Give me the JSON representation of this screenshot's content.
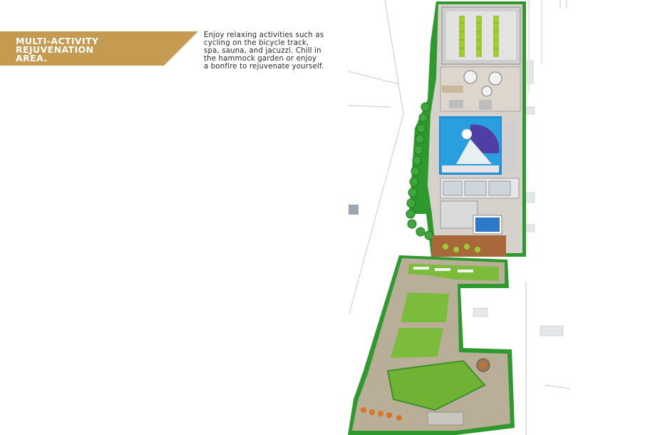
{
  "banner": {
    "title_lines": [
      "MULTI-ACTIVITY",
      "REJUVENATION",
      "AREA."
    ],
    "color": "#c59a51"
  },
  "description": {
    "lines": [
      "Enjoy relaxing activities such as",
      "cycling on the bicycle track,",
      "spa, sauna, and jacuzzi. Chill in",
      "the hammock garden or enjoy",
      "a bonfire to rejuvenate yourself."
    ]
  },
  "site_plan": {
    "colors": {
      "hedge": "#2e9a2e",
      "lawn": "#7cbc3c",
      "path": "#b9ae98",
      "paving": "#d6d2cb",
      "water": "#1f8ed6",
      "pool": "#2d78c8",
      "deck": "#a8683a"
    }
  }
}
